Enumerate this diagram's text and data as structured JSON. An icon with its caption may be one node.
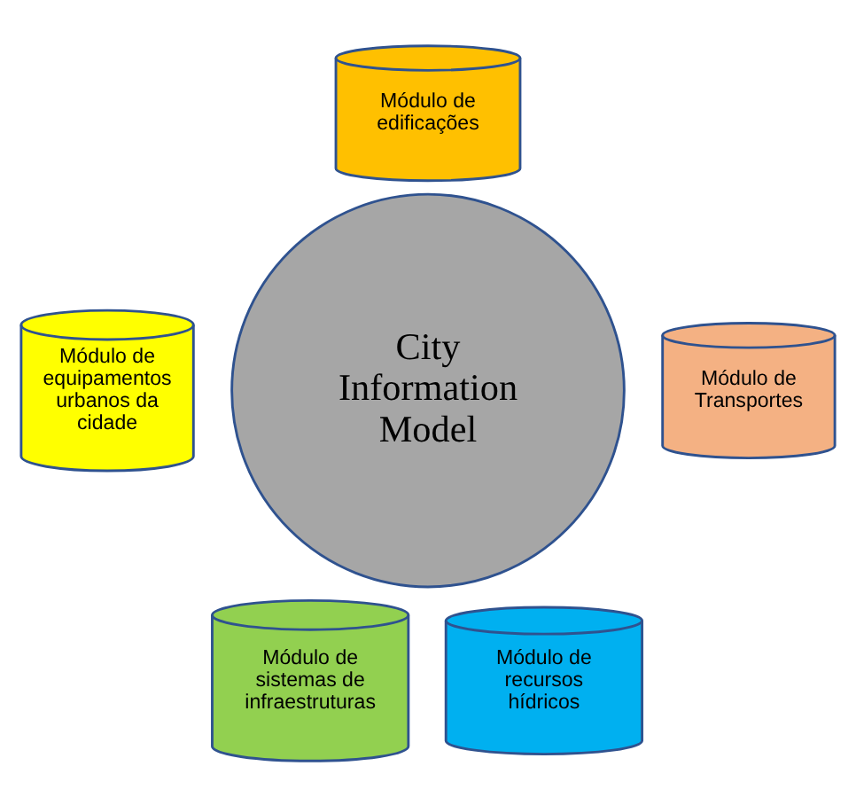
{
  "diagram": {
    "nodes": [
      {
        "text": [
          "Módulo de edificações"
        ]
      },
      {
        "text": [
          "Módulo de equipamentos urbanos da cidade"
        ]
      },
      {
        "text": [
          "City Information Model"
        ]
      },
      {
        "text": [
          "Módulo de Transportes"
        ]
      },
      {
        "text": [
          "Módulo de sistemas de infraestruturas"
        ]
      },
      {
        "text": [
          "Módulo de recursos hídricos"
        ]
      }
    ]
  }
}
